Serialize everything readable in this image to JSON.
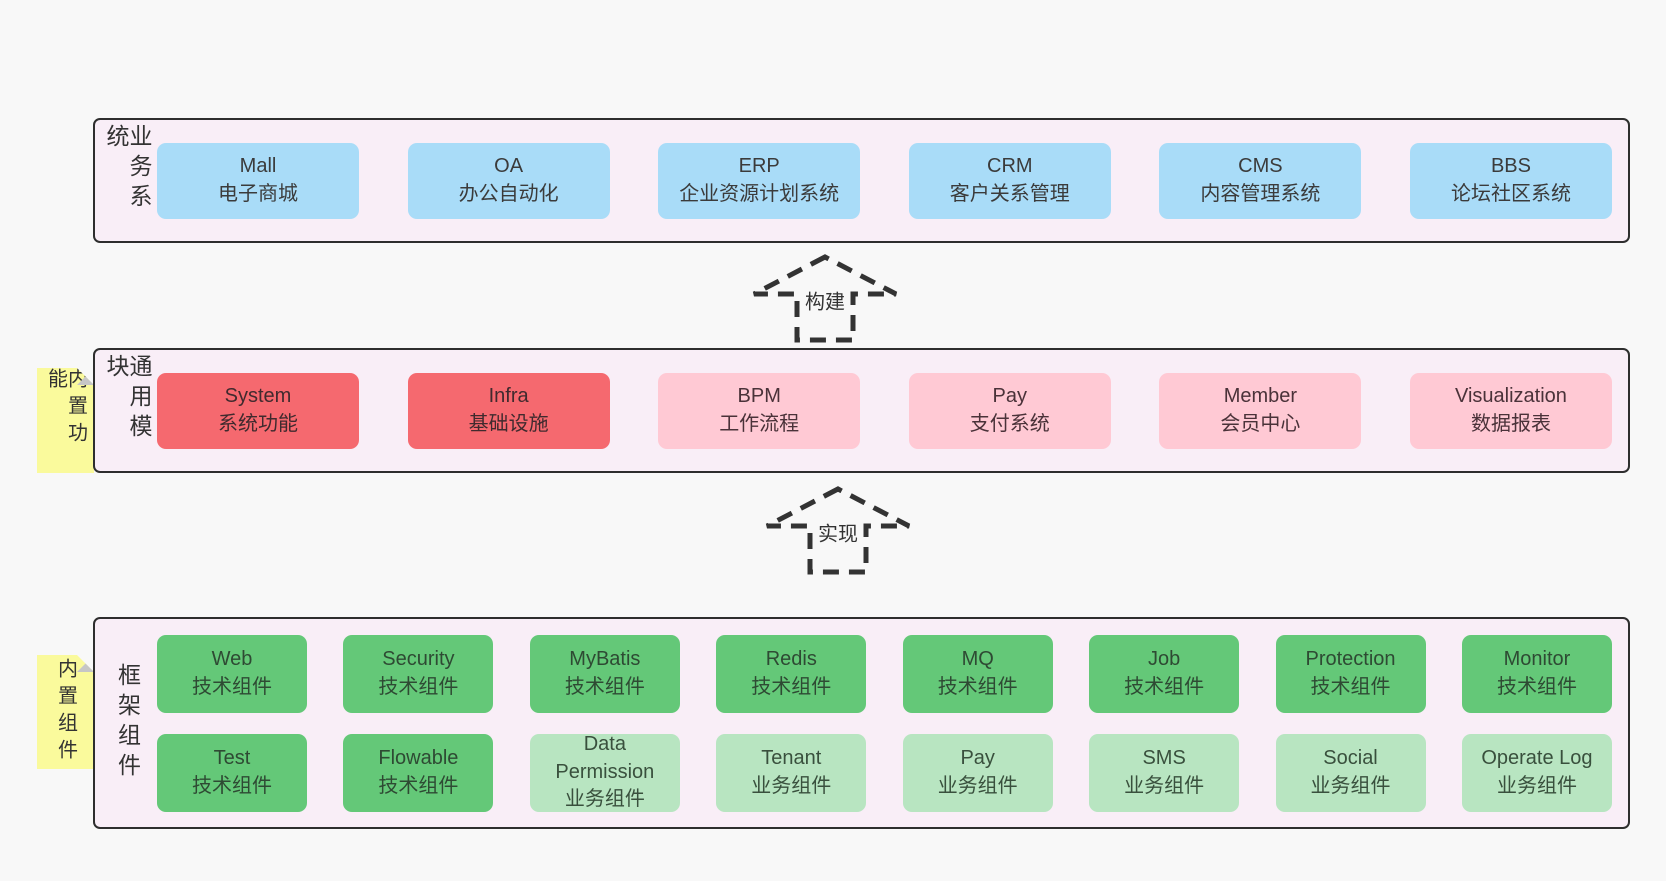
{
  "colors": {
    "page_bg": "#f8f8f8",
    "panel_bg": "#f9eef7",
    "panel_border": "#2e2e2e",
    "box_blue": "#a9dcf8",
    "box_red": "#f5696f",
    "box_pink": "#ffc9d4",
    "box_green_dark": "#64c878",
    "box_green_light": "#b8e5c1",
    "sticky_yellow": "#fafa9c",
    "sticky_fold": "#c6c6c6",
    "arrow": "#333333"
  },
  "arrows": [
    {
      "label": "构建"
    },
    {
      "label": "实现"
    }
  ],
  "sections": {
    "business": {
      "label": "业务系统",
      "items": [
        {
          "name": "Mall",
          "desc": "电子商城",
          "variant": "blue"
        },
        {
          "name": "OA",
          "desc": "办公自动化",
          "variant": "blue"
        },
        {
          "name": "ERP",
          "desc": "企业资源计划系统",
          "variant": "blue"
        },
        {
          "name": "CRM",
          "desc": "客户关系管理",
          "variant": "blue"
        },
        {
          "name": "CMS",
          "desc": "内容管理系统",
          "variant": "blue"
        },
        {
          "name": "BBS",
          "desc": "论坛社区系统",
          "variant": "blue"
        }
      ]
    },
    "modules": {
      "label": "通用模块",
      "sticky": "内置功能",
      "items": [
        {
          "name": "System",
          "desc": "系统功能",
          "variant": "red"
        },
        {
          "name": "Infra",
          "desc": "基础设施",
          "variant": "red"
        },
        {
          "name": "BPM",
          "desc": "工作流程",
          "variant": "pink"
        },
        {
          "name": "Pay",
          "desc": "支付系统",
          "variant": "pink"
        },
        {
          "name": "Member",
          "desc": "会员中心",
          "variant": "pink"
        },
        {
          "name": "Visualization",
          "desc": "数据报表",
          "variant": "pink"
        }
      ]
    },
    "components": {
      "label": "框架组件",
      "sticky": "内置组件",
      "rows": [
        [
          {
            "name": "Web",
            "desc": "技术组件",
            "variant": "dark"
          },
          {
            "name": "Security",
            "desc": "技术组件",
            "variant": "dark"
          },
          {
            "name": "MyBatis",
            "desc": "技术组件",
            "variant": "dark"
          },
          {
            "name": "Redis",
            "desc": "技术组件",
            "variant": "dark"
          },
          {
            "name": "MQ",
            "desc": "技术组件",
            "variant": "dark"
          },
          {
            "name": "Job",
            "desc": "技术组件",
            "variant": "dark"
          },
          {
            "name": "Protection",
            "desc": "技术组件",
            "variant": "dark"
          },
          {
            "name": "Monitor",
            "desc": "技术组件",
            "variant": "dark"
          }
        ],
        [
          {
            "name": "Test",
            "desc": "技术组件",
            "variant": "dark"
          },
          {
            "name": "Flowable",
            "desc": "技术组件",
            "variant": "dark"
          },
          {
            "name": "Data Permission",
            "desc": "业务组件",
            "variant": "light"
          },
          {
            "name": "Tenant",
            "desc": "业务组件",
            "variant": "light"
          },
          {
            "name": "Pay",
            "desc": "业务组件",
            "variant": "light"
          },
          {
            "name": "SMS",
            "desc": "业务组件",
            "variant": "light"
          },
          {
            "name": "Social",
            "desc": "业务组件",
            "variant": "light"
          },
          {
            "name": "Operate Log",
            "desc": "业务组件",
            "variant": "light"
          }
        ]
      ]
    }
  }
}
